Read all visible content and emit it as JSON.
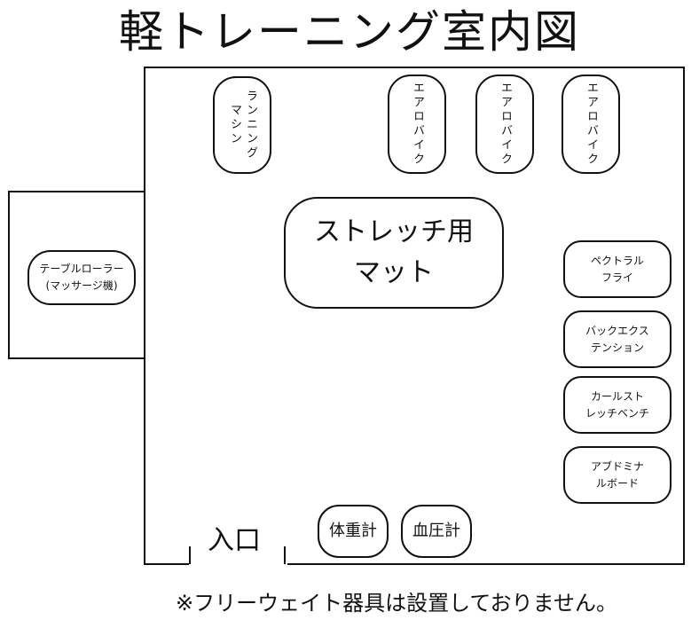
{
  "title": "軽トレーニング室内図",
  "equipment": {
    "running_machine": "ランニング\nマシン",
    "aerobike_1": "エアロバイク",
    "aerobike_2": "エアロバイク",
    "aerobike_3": "エアロバイク",
    "stretch_mat": "ストレッチ用\nマット",
    "table_roller": "テーブルローラー\n(マッサージ機)",
    "pectoral_fly": "ペクトラル\nフライ",
    "back_extension": "バックエクス\nテンション",
    "curl_stretch_bench": "カールスト\nレッチベンチ",
    "abdominal_board": "アブドミナ\nルボード",
    "weight_scale": "体重計",
    "blood_pressure": "血圧計"
  },
  "entrance": "入口",
  "note": "※フリーウェイト器具は設置しておりません。"
}
